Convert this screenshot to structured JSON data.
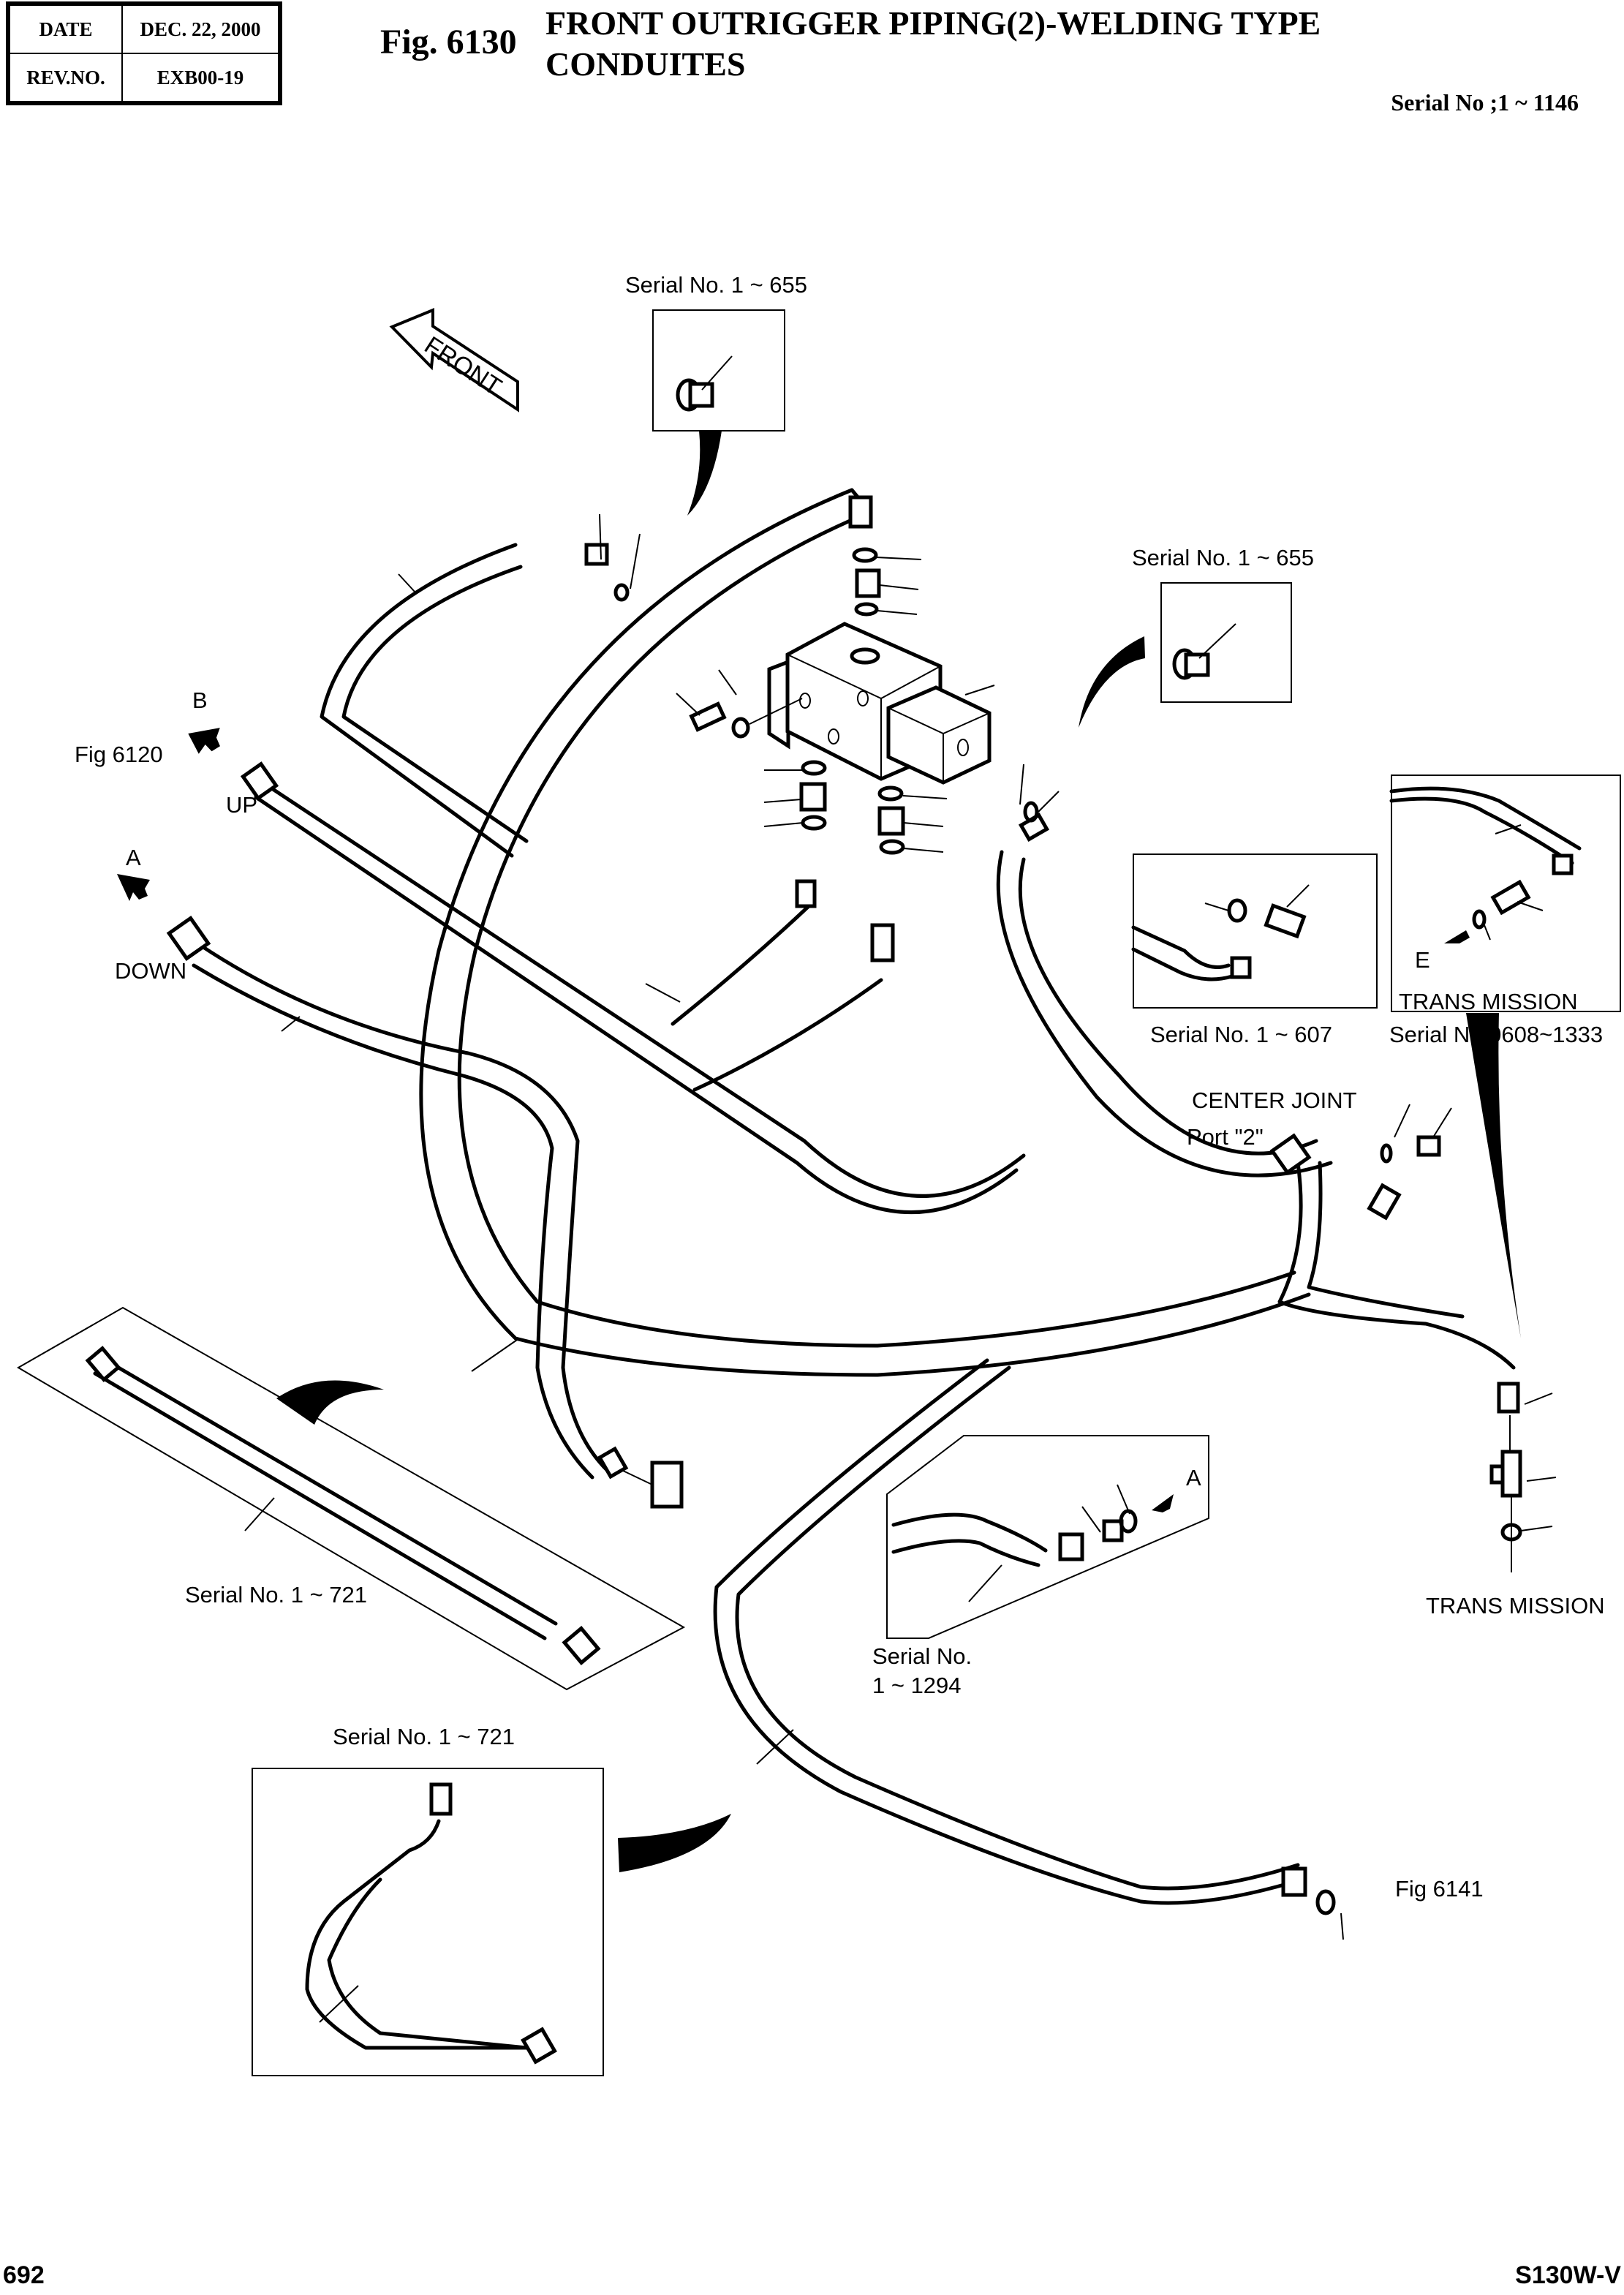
{
  "header": {
    "date_label": "DATE",
    "date_value": "DEC. 22, 2000",
    "rev_label": "REV.NO.",
    "rev_value": "EXB00-19",
    "fig_number": "Fig. 6130",
    "title_line1": "FRONT OUTRIGGER PIPING(2)-WELDING TYPE",
    "title_line2": "CONDUITES",
    "serial_range": "Serial No ;1 ~ 1146"
  },
  "labels": {
    "front_arrow": "FRONT",
    "inset_top_serial": "Serial No. 1 ~ 655",
    "inset_right_serial": "Serial No. 1 ~ 655",
    "arrow_b": "B",
    "fig_6120": "Fig 6120",
    "up": "UP",
    "arrow_a_left": "A",
    "down": "DOWN",
    "inset_607_serial": "Serial No. 1 ~ 607",
    "inset_trans_arrow_e": "E",
    "inset_trans_label": "TRANS MISSION",
    "inset_trans_serial": "Serial No.0608~1333",
    "center_joint": "CENTER JOINT",
    "port_2": "Port \"2\"",
    "inset_diag_serial": "Serial No. 1 ~ 721",
    "inset_1294_arrow_a": "A",
    "inset_1294_serial_line1": "Serial No.",
    "inset_1294_serial_line2": "1 ~ 1294",
    "trans_mission_bottom": "TRANS MISSION",
    "inset_bottom_serial": "Serial No. 1 ~ 721",
    "fig_6141": "Fig 6141"
  },
  "footer": {
    "page_number": "692",
    "model": "S130W-V"
  }
}
